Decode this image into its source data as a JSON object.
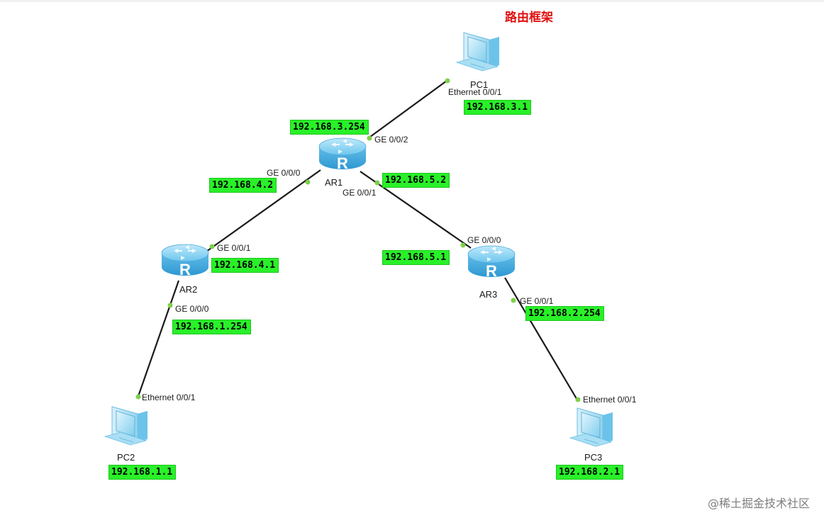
{
  "title": "路由框架",
  "watermark": "@稀土掘金技术社区",
  "nodes": {
    "pc1": {
      "name": "PC1",
      "port": "Ethernet 0/0/1",
      "ip": "192.168.3.1"
    },
    "pc2": {
      "name": "PC2",
      "port": "Ethernet 0/0/1",
      "ip": "192.168.1.1"
    },
    "pc3": {
      "name": "PC3",
      "port": "Ethernet 0/0/1",
      "ip": "192.168.2.1"
    },
    "ar1": {
      "name": "AR1",
      "ports": {
        "ge002": "GE 0/0/2",
        "ge000": "GE 0/0/0",
        "ge001": "GE 0/0/1"
      },
      "ips": {
        "ge002": "192.168.3.254",
        "ge000": "192.168.4.2",
        "ge001": "192.168.5.2"
      }
    },
    "ar2": {
      "name": "AR2",
      "ports": {
        "ge001": "GE 0/0/1",
        "ge000": "GE 0/0/0"
      },
      "ips": {
        "ge001": "192.168.4.1",
        "ge000": "192.168.1.254"
      }
    },
    "ar3": {
      "name": "AR3",
      "ports": {
        "ge000": "GE 0/0/0",
        "ge001": "GE 0/0/1"
      },
      "ips": {
        "ge000": "192.168.5.1",
        "ge001": "192.168.2.254"
      }
    }
  },
  "colors": {
    "title": "#e01010",
    "ip_tag": "#29f029",
    "link": "#1a1a1a",
    "port_dot": "#7ed04a",
    "router_body": "#4fb6e6",
    "pc_screen": "#8fd4f2"
  },
  "icons": {
    "router": "router-icon",
    "pc": "pc-icon"
  }
}
